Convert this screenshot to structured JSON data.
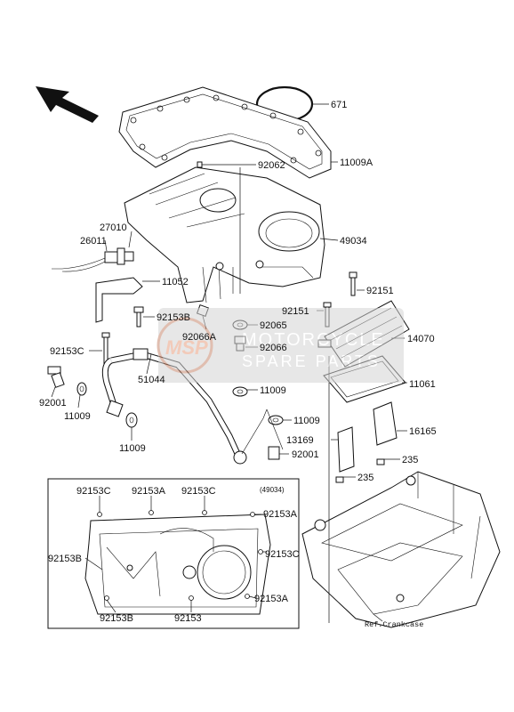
{
  "labels": {
    "p671": "671",
    "p92062": "92062",
    "p11009A": "11009A",
    "p27010": "27010",
    "p26011": "26011",
    "p49034": "49034",
    "p11052": "11052",
    "p92151a": "92151",
    "p92151b": "92151",
    "p92153B": "92153B",
    "p92065": "92065",
    "p14070": "14070",
    "p92066A": "92066A",
    "p92066": "92066",
    "p92153C": "92153C",
    "p51044": "51044",
    "p11009a": "11009",
    "p11061": "11061",
    "p92001a": "92001",
    "p11009b": "11009",
    "p11009c": "11009",
    "p11009d": "11009",
    "p16165": "16165",
    "p13169": "13169",
    "p92001b": "92001",
    "p235a": "235",
    "p235b": "235"
  },
  "inset": {
    "title": "(49034)",
    "labels": {
      "c1": "92153C",
      "c2": "92153A",
      "c3": "92153C",
      "c4": "92153A",
      "c5": "92153B",
      "c6": "92153C",
      "c7": "92153A",
      "c8": "92153B",
      "c9": "92153"
    }
  },
  "ref_label": "Ref.Crankcase",
  "watermark": {
    "line1": "MOTORCYCLE",
    "line2": "SPARE PARTS",
    "logo": "MSP"
  },
  "colors": {
    "ink": "#111111",
    "watermark": "#c8c8c8",
    "watermark_logo": "#e8a080"
  }
}
